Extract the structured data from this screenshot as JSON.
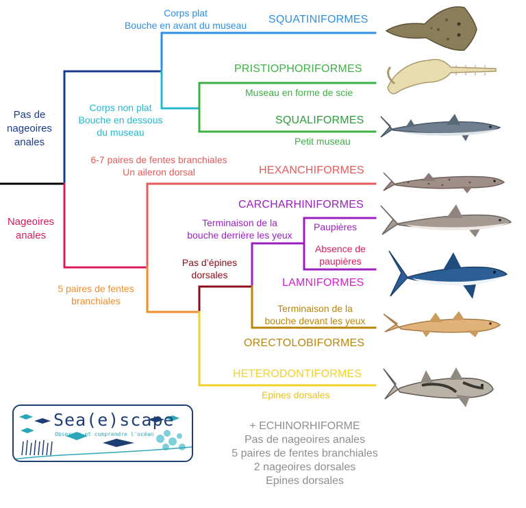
{
  "colors": {
    "root": "#000000",
    "no_anal": "#1a3c8e",
    "anal": "#d81b60",
    "squatini": "#2f8ee0",
    "nonflat": "#22b8cf",
    "pristio_squali": "#3cb043",
    "hexanchi": "#e35b5b",
    "five_gill": "#f28c28",
    "no_spine": "#8b0a1a",
    "carcharhini": "#9b1fc0",
    "orectolobi": "#b8860b",
    "heterodonti": "#f2d12e",
    "footnote": "#8e8e8e"
  },
  "nodes": {
    "no_anal": [
      "Pas de",
      "nageoires",
      "anales"
    ],
    "anal": [
      "Nageoires",
      "anales"
    ],
    "flat": [
      "Corps plat",
      "Bouche en avant du museau"
    ],
    "nonflat": [
      "Corps non plat",
      "Bouche en dessous",
      "du museau"
    ],
    "saw": "Museau en forme de scie",
    "small_snout": "Petit museau",
    "six_seven_gill": [
      "6-7 paires de fentes branchiales",
      "Un aileron dorsal"
    ],
    "five_gill": [
      "5 paires de fentes",
      "branchiales"
    ],
    "no_spine": [
      "Pas d’épines",
      "dorsales"
    ],
    "mouth_behind": [
      "Terminaison de la",
      "bouche derrière les yeux"
    ],
    "paupieres": "Paupières",
    "no_paupieres": [
      "Absence de",
      "paupières"
    ],
    "mouth_front": [
      "Terminaison de la",
      "bouche devant les yeux"
    ],
    "spines": "Epines dorsales"
  },
  "orders": {
    "squatini": "SQUATINIFORMES",
    "pristio": "PRISTIOPHORIFORMES",
    "squali": "SQUALIFORMES",
    "hexanchi": "HEXANCHIFORMES",
    "carcharhini": "CARCHARHINIFORMES",
    "lamni": "LAMNIFORMES",
    "orectolobi": "ORECTOLOBIFORMES",
    "heterodonti": "HETERODONTIFORMES"
  },
  "logo": {
    "title": "Sea(e)scape",
    "subtitle": "Observer et comprendre l'océan"
  },
  "footnote": [
    "+ ECHINORHIFORME",
    "Pas de nageoires anales",
    "5 paires de fentes branchiales",
    "2 nageoires dorsales",
    "Epines dorsales"
  ],
  "icons": {
    "angel_shark": "angel-shark-icon",
    "sawshark": "sawshark-icon",
    "dogfish": "dogfish-icon",
    "sixgill": "sixgill-shark-icon",
    "requiem": "requiem-shark-icon",
    "mako": "mako-shark-icon",
    "nurse": "nurse-shark-icon",
    "horn": "horn-shark-icon"
  }
}
